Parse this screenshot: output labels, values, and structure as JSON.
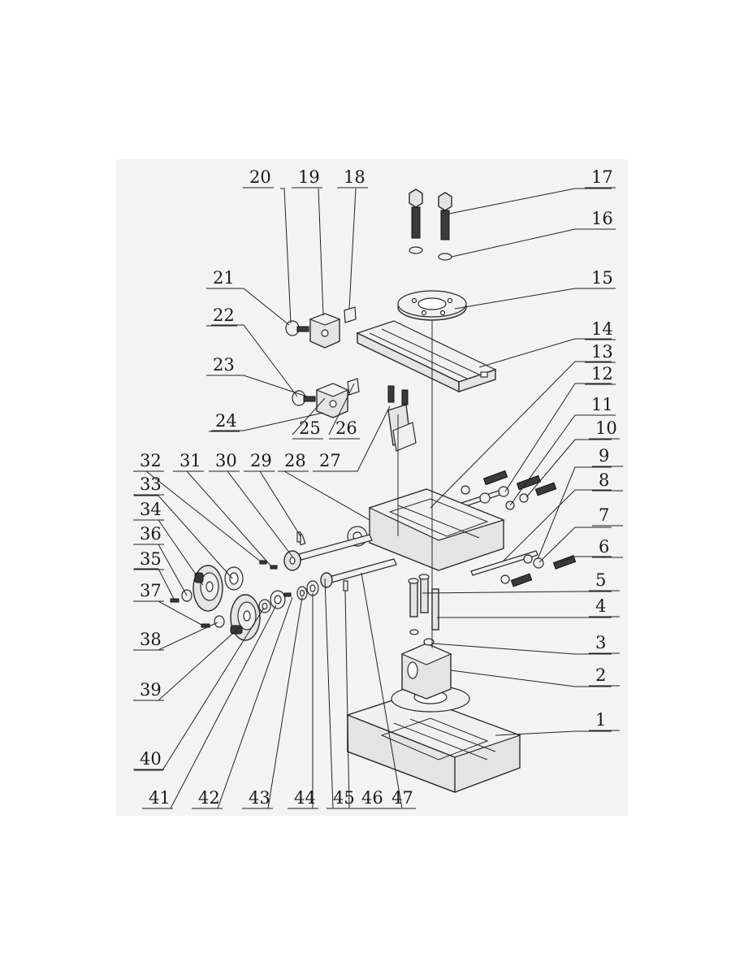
{
  "diagram": {
    "kind": "exploded-parts-view",
    "callouts": [
      {
        "num": "1"
      },
      {
        "num": "2"
      },
      {
        "num": "3"
      },
      {
        "num": "4"
      },
      {
        "num": "5"
      },
      {
        "num": "6"
      },
      {
        "num": "7"
      },
      {
        "num": "8"
      },
      {
        "num": "9"
      },
      {
        "num": "10"
      },
      {
        "num": "11"
      },
      {
        "num": "12"
      },
      {
        "num": "13"
      },
      {
        "num": "14"
      },
      {
        "num": "15"
      },
      {
        "num": "16"
      },
      {
        "num": "17"
      },
      {
        "num": "18"
      },
      {
        "num": "19"
      },
      {
        "num": "20"
      },
      {
        "num": "21"
      },
      {
        "num": "22"
      },
      {
        "num": "23"
      },
      {
        "num": "24"
      },
      {
        "num": "25"
      },
      {
        "num": "26"
      },
      {
        "num": "27"
      },
      {
        "num": "28"
      },
      {
        "num": "29"
      },
      {
        "num": "30"
      },
      {
        "num": "31"
      },
      {
        "num": "32"
      },
      {
        "num": "33"
      },
      {
        "num": "34"
      },
      {
        "num": "35"
      },
      {
        "num": "36"
      },
      {
        "num": "37"
      },
      {
        "num": "38"
      },
      {
        "num": "39"
      },
      {
        "num": "40"
      },
      {
        "num": "41"
      },
      {
        "num": "42"
      },
      {
        "num": "43"
      },
      {
        "num": "44"
      },
      {
        "num": "45"
      },
      {
        "num": "46"
      },
      {
        "num": "47"
      }
    ]
  }
}
